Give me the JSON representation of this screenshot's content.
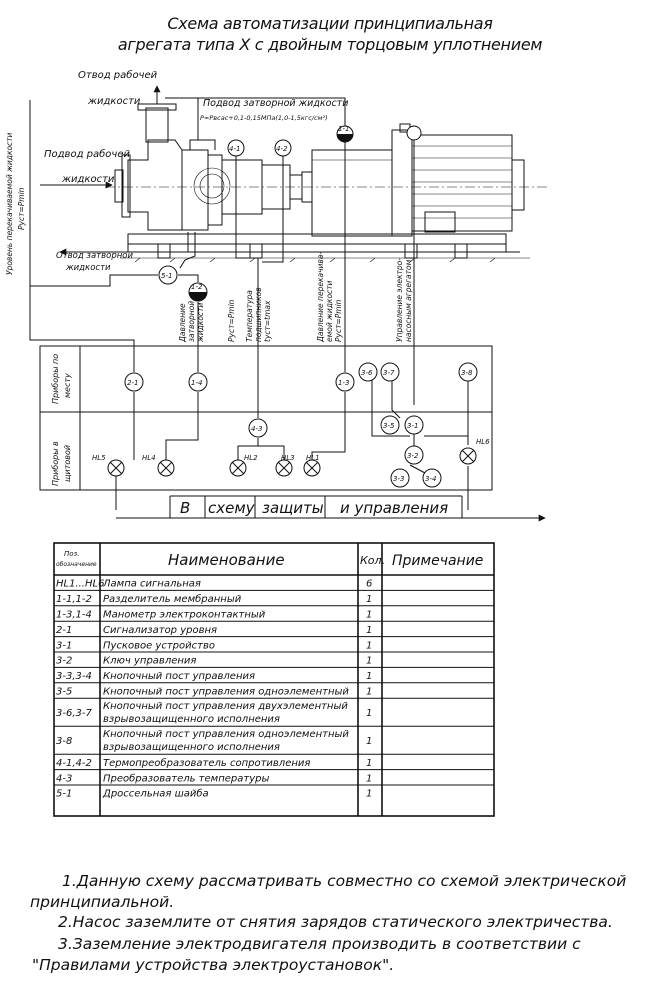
{
  "title": {
    "line1": "Схема автоматизации принципиальная",
    "line2": "агрегата типа Х с двойным торцовым уплотнением"
  },
  "process_labels": {
    "outlet_1": "Отвод рабочей",
    "outlet_2": "жидкости",
    "inlet_1": "Подвод рабочей",
    "inlet_2": "жидкости",
    "barrier_in": "Подвод затворной жидкости",
    "barrier_pressure": "P=Pвсас+0,1-0,15МПа(1,0-1,5кгс/см²)",
    "barrier_out_1": "Отвод затворной",
    "barrier_out_2": "жидкости",
    "level_1": "Уровень перекачиваемой жидкости",
    "level_2": "Руст=Pmin"
  },
  "measure_labels": [
    {
      "id": "barrier-pressure",
      "lines": [
        "Давление",
        "затворной",
        "жидкости",
        "Руст=Pmin"
      ]
    },
    {
      "id": "bearing-temp",
      "lines": [
        "Температура",
        "подшипников",
        "tуст=tmax"
      ]
    },
    {
      "id": "pumped-pressure",
      "lines": [
        "Давление перекачива-",
        "емой жидкости",
        "Руст=Pmin"
      ]
    },
    {
      "id": "motor-control",
      "lines": [
        "Управление электро-",
        "насосным агрегатом"
      ]
    }
  ],
  "instruments": {
    "i41": "4-1",
    "i42": "4-2",
    "i12": "1-2",
    "i11": "1-1",
    "i51": "5-1",
    "i14": "1-4",
    "i21": "2-1",
    "i13": "1-3",
    "i36": "3-6",
    "i37": "3-7",
    "i38": "3-8",
    "i43": "4-3",
    "i35": "3-5",
    "i31": "3-1",
    "i32": "3-2",
    "i33": "3-3",
    "i34": "3-4"
  },
  "lamps": {
    "hl5": "HL5",
    "hl4": "HL4",
    "hl2": "HL2",
    "hl3": "HL3",
    "hl1": "HL1",
    "hl6": "HL6"
  },
  "rows": {
    "field_1": "Приборы по",
    "field_2": "месту",
    "panel_1": "Приборы в",
    "panel_2": "щитовой"
  },
  "bottom_banner": {
    "a": "В",
    "b": "схему",
    "c": "защиты",
    "d": "и управления"
  },
  "table": {
    "header": {
      "pos_1": "Поз.",
      "pos_2": "обозначение",
      "name": "Наименование",
      "qty": "Кол.",
      "note": "Примечание"
    },
    "rows": [
      {
        "pos": "HL1...HL6",
        "name": [
          "Лампа сигнальная"
        ],
        "qty": "6"
      },
      {
        "pos": "1-1,1-2",
        "name": [
          "Разделитель мембранный"
        ],
        "qty": "1"
      },
      {
        "pos": "1-3,1-4",
        "name": [
          "Манометр электроконтактный"
        ],
        "qty": "1"
      },
      {
        "pos": "2-1",
        "name": [
          "Сигнализатор уровня"
        ],
        "qty": "1"
      },
      {
        "pos": "3-1",
        "name": [
          "Пусковое устройство"
        ],
        "qty": "1"
      },
      {
        "pos": "3-2",
        "name": [
          "Ключ управления"
        ],
        "qty": "1"
      },
      {
        "pos": "3-3,3-4",
        "name": [
          "Кнопочный пост управления"
        ],
        "qty": "1"
      },
      {
        "pos": "3-5",
        "name": [
          "Кнопочный пост управления одноэлементный"
        ],
        "qty": "1"
      },
      {
        "pos": "3-6,3-7",
        "name": [
          "Кнопочный пост управления двухэлементный",
          "взрывозащищенного исполнения"
        ],
        "qty": "1"
      },
      {
        "pos": "3-8",
        "name": [
          "Кнопочный пост управления одноэлементный",
          "взрывозащищенного исполнения"
        ],
        "qty": "1"
      },
      {
        "pos": "4-1,4-2",
        "name": [
          "Термопреобразователь сопротивления"
        ],
        "qty": "1"
      },
      {
        "pos": "4-3",
        "name": [
          "Преобразователь температуры"
        ],
        "qty": "1"
      },
      {
        "pos": "5-1",
        "name": [
          "Дроссельная шайба"
        ],
        "qty": "1"
      }
    ]
  },
  "notes": {
    "n1a": "1.Данную схему рассматривать совместно со схемой электрической",
    "n1b": "принципиальной.",
    "n2": "2.Насос заземлите от снятия зарядов статического электричества.",
    "n3a": "3.Заземление электродвигателя производить в соответствии с",
    "n3b": "\"Правилами устройства электроустановок\"."
  }
}
